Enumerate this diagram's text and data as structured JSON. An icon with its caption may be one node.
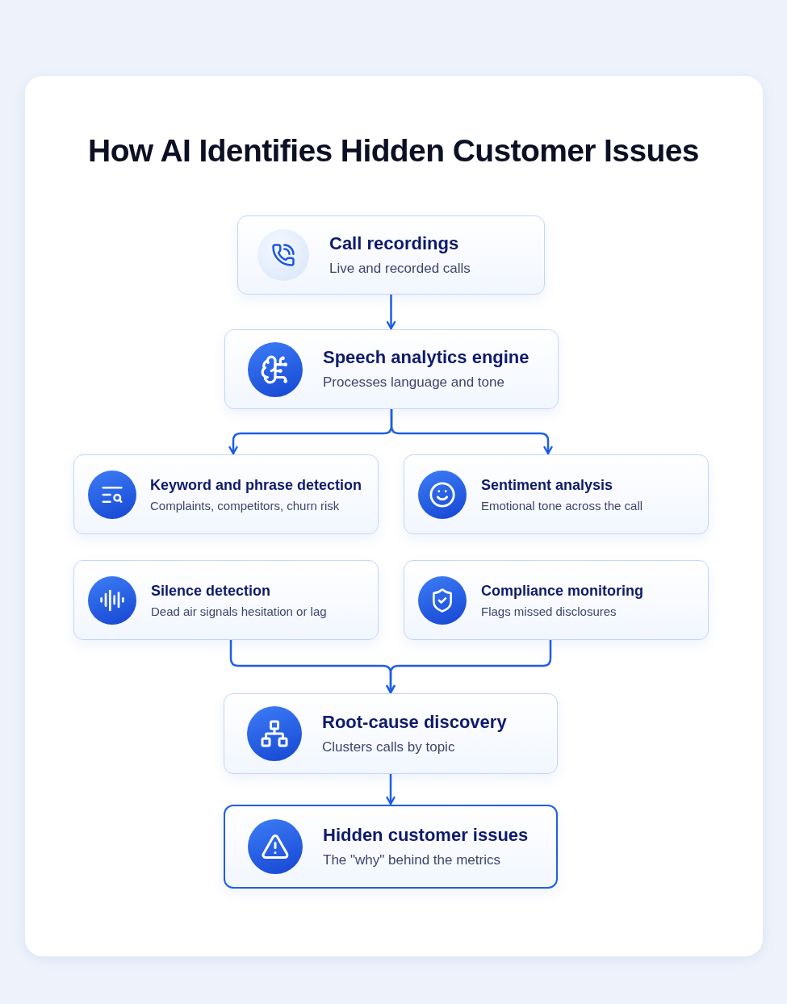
{
  "diagram": {
    "title": "How AI Identifies Hidden Customer Issues",
    "nodes": [
      {
        "text": [
          "Call recordings",
          "Live and recorded calls"
        ]
      },
      {
        "text": [
          "Speech analytics engine",
          "Processes language and tone"
        ]
      },
      {
        "text": [
          "Keyword and phrase detection",
          "Complaints, competitors, churn risk"
        ]
      },
      {
        "text": [
          "Sentiment analysis",
          "Emotional tone across the call"
        ]
      },
      {
        "text": [
          "Silence detection",
          "Dead air signals hesitation or lag"
        ]
      },
      {
        "text": [
          "Compliance monitoring",
          "Flags missed disclosures"
        ]
      },
      {
        "text": [
          "Root-cause discovery",
          "Clusters calls by topic"
        ]
      },
      {
        "text": [
          "Hidden customer issues",
          "The \"why\" behind the metrics"
        ]
      }
    ],
    "edges": [
      {
        "from": 0,
        "to": 1,
        "arrow": "to"
      },
      {
        "from": 1,
        "to": 2,
        "arrow": "to"
      },
      {
        "from": 1,
        "to": 3,
        "arrow": "to"
      },
      {
        "from": 4,
        "to": 6,
        "arrow": "to"
      },
      {
        "from": 5,
        "to": 6,
        "arrow": "to"
      },
      {
        "from": 6,
        "to": 7,
        "arrow": "to"
      }
    ]
  }
}
